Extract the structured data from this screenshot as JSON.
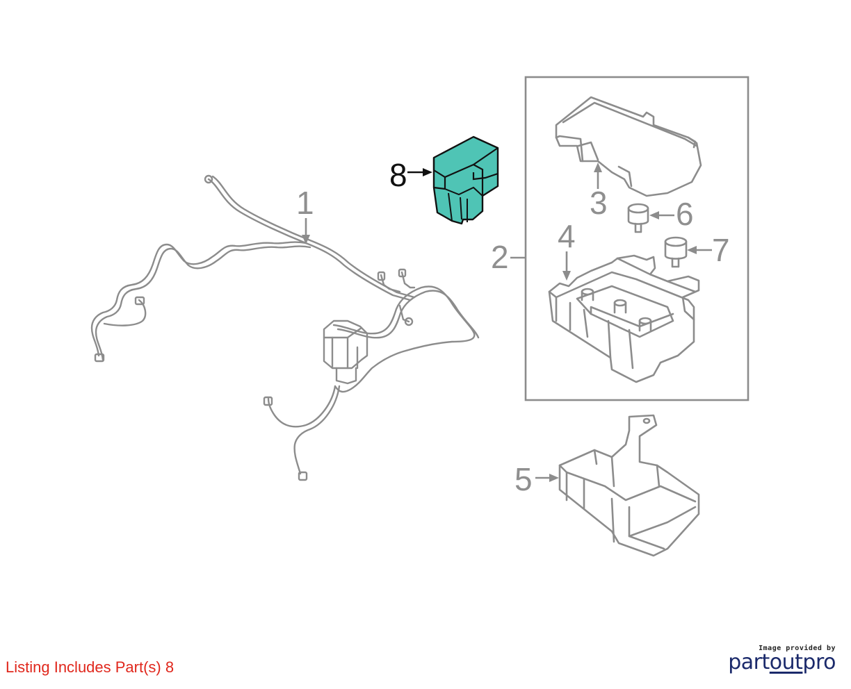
{
  "callouts": {
    "part1": "1",
    "part2": "2",
    "part3": "3",
    "part4": "4",
    "part5": "5",
    "part6": "6",
    "part7": "7",
    "part8": "8"
  },
  "listing_text": "Listing Includes Part(s) 8",
  "brand": {
    "caption": "Image provided by",
    "logo_part1": "part",
    "logo_part2": "out",
    "logo_part3": "pro"
  },
  "colors": {
    "highlight": "#4fc4b5",
    "line": "#8c8c8c",
    "listing": "#e0271c",
    "brand": "#1b2a6b"
  }
}
